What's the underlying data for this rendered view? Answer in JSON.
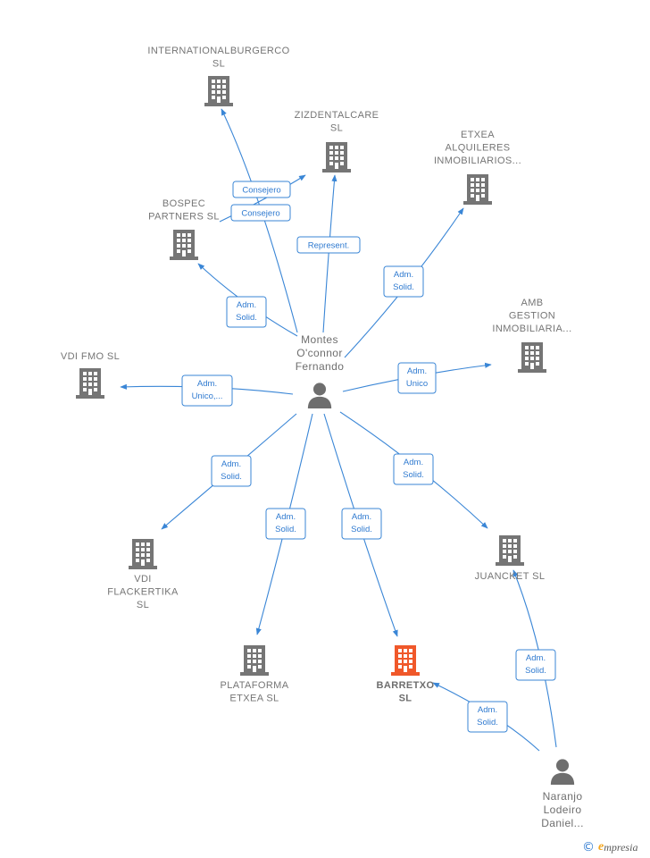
{
  "colors": {
    "edge": "#3a86d6",
    "company": "#757575",
    "focus_company": "#f0582a",
    "person": "#6e6e6e"
  },
  "nodes": {
    "internationalburgerco": {
      "type": "company",
      "icon": "building-icon",
      "label": [
        "INTERNATIONALBURGERCO",
        "SL"
      ]
    },
    "zizdentalcare": {
      "type": "company",
      "icon": "building-icon",
      "label": [
        "ZIZDENTALCARE",
        "SL"
      ]
    },
    "etxea_alquileres": {
      "type": "company",
      "icon": "building-icon",
      "label": [
        "ETXEA",
        "ALQUILERES",
        "INMOBILIARIOS..."
      ]
    },
    "bospec": {
      "type": "company",
      "icon": "building-icon",
      "label": [
        "BOSPEC",
        "PARTNERS  SL"
      ]
    },
    "amb_gestion": {
      "type": "company",
      "icon": "building-icon",
      "label": [
        "AMB",
        "GESTION",
        "INMOBILIARIA..."
      ]
    },
    "vdi_fmo": {
      "type": "company",
      "icon": "building-icon",
      "label": [
        "VDI FMO  SL"
      ]
    },
    "vdi_flackertika": {
      "type": "company",
      "icon": "building-icon",
      "label": [
        "VDI",
        "FLACKERTIKA",
        "SL"
      ]
    },
    "plataforma_etxea": {
      "type": "company",
      "icon": "building-icon",
      "label": [
        "PLATAFORMA",
        "ETXEA  SL"
      ]
    },
    "barretxo": {
      "type": "focus",
      "icon": "building-icon",
      "label": [
        "BARRETXO",
        "SL"
      ]
    },
    "juancket": {
      "type": "company",
      "icon": "building-icon",
      "label": [
        "JUANCKET  SL"
      ]
    },
    "montes": {
      "type": "person",
      "icon": "person-icon",
      "label": [
        "Montes",
        "O'connor",
        "Fernando"
      ]
    },
    "naranjo": {
      "type": "person",
      "icon": "person-icon",
      "label": [
        "Naranjo",
        "Lodeiro",
        "Daniel..."
      ]
    }
  },
  "edges": [
    {
      "id": "montes-internationalburgerco",
      "from": "montes",
      "to": "internationalburgerco",
      "label": [
        "Consejero"
      ]
    },
    {
      "id": "montes-zizdentalcare-consejero",
      "from": "montes",
      "to": "zizdentalcare",
      "label": [
        "Consejero"
      ]
    },
    {
      "id": "montes-zizdentalcare-represent",
      "from": "montes",
      "to": "zizdentalcare",
      "label": [
        "Represent."
      ]
    },
    {
      "id": "montes-etxea",
      "from": "montes",
      "to": "etxea_alquileres",
      "label": [
        "Adm.",
        "Solid."
      ]
    },
    {
      "id": "montes-bospec",
      "from": "montes",
      "to": "bospec",
      "label": [
        "Adm.",
        "Solid."
      ]
    },
    {
      "id": "montes-amb",
      "from": "montes",
      "to": "amb_gestion",
      "label": [
        "Adm.",
        "Unico"
      ]
    },
    {
      "id": "montes-vdifmo",
      "from": "montes",
      "to": "vdi_fmo",
      "label": [
        "Adm.",
        "Unico,..."
      ]
    },
    {
      "id": "montes-flackertika",
      "from": "montes",
      "to": "vdi_flackertika",
      "label": [
        "Adm.",
        "Solid."
      ]
    },
    {
      "id": "montes-plataforma",
      "from": "montes",
      "to": "plataforma_etxea",
      "label": [
        "Adm.",
        "Solid."
      ]
    },
    {
      "id": "montes-barretxo",
      "from": "montes",
      "to": "barretxo",
      "label": [
        "Adm.",
        "Solid."
      ]
    },
    {
      "id": "montes-juancket",
      "from": "montes",
      "to": "juancket",
      "label": [
        "Adm.",
        "Solid."
      ]
    },
    {
      "id": "naranjo-juancket",
      "from": "naranjo",
      "to": "juancket",
      "label": [
        "Adm.",
        "Solid."
      ]
    },
    {
      "id": "naranjo-barretxo",
      "from": "naranjo",
      "to": "barretxo",
      "label": [
        "Adm.",
        "Solid."
      ]
    }
  ],
  "credit": {
    "symbol": "©",
    "brand_initial": "e",
    "brand_rest": "mpresia"
  }
}
